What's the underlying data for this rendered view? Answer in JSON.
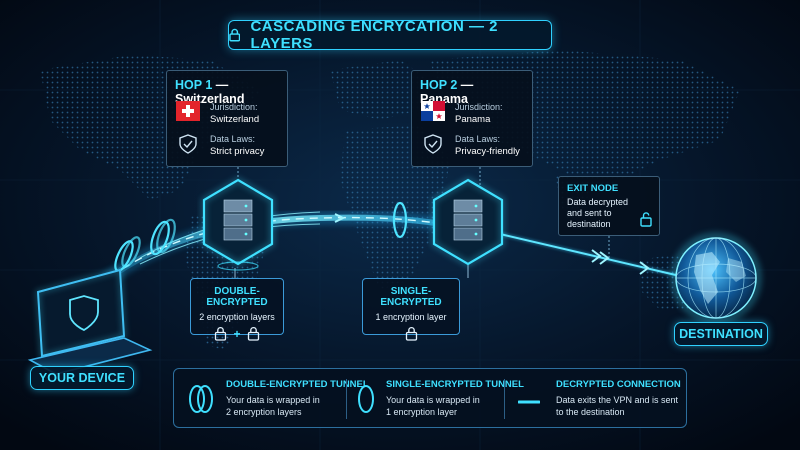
{
  "title": "CASCADING ENCRYCATION — 2 LAYERS",
  "hop1": {
    "hop_label": "HOP 1",
    "country": "— Switzerland",
    "jurisdiction_label": "Jurisdiction:",
    "jurisdiction_value": "Switzerland",
    "data_laws_label": "Data Laws:",
    "data_laws_value": "Strict privacy"
  },
  "hop2": {
    "hop_label": "HOP 2",
    "country": "— Panama",
    "jurisdiction_label": "Jurisdiction:",
    "jurisdiction_value": "Panama",
    "data_laws_label": "Data Laws:",
    "data_laws_value": "Privacy-friendly"
  },
  "double_box": {
    "title": "DOUBLE-ENCRYPTED",
    "desc": "2 encryption layers",
    "plus": "+"
  },
  "single_box": {
    "title": "SINGLE-ENCRYPTED",
    "desc": "1 encryption layer"
  },
  "exit_node": {
    "title": "EXIT NODE",
    "line1": "Data decrypted",
    "line2": "and sent to",
    "line3": "destination"
  },
  "your_device": "YOUR DEVICE",
  "destination": "DESTINATION",
  "legend": {
    "double": {
      "title": "DOUBLE-ENCRYPTED TUNNEL",
      "line1": "Your data is wrapped in",
      "line2": "2 encryption layers"
    },
    "single": {
      "title": "SINGLE-ENCRYPTED TUNNEL",
      "line1": "Your data is wrapped in",
      "line2": "1 encryption layer"
    },
    "decrypted": {
      "title": "DECRYPTED CONNECTION",
      "line1": "Data exits the VPN and is sent",
      "line2": "to the destination"
    }
  },
  "colors": {
    "accent": "#3fe0ff",
    "background": "#030a17",
    "swiss_red": "#e3242b",
    "panama_blue": "#0b3f9e",
    "panama_red": "#d21034"
  }
}
